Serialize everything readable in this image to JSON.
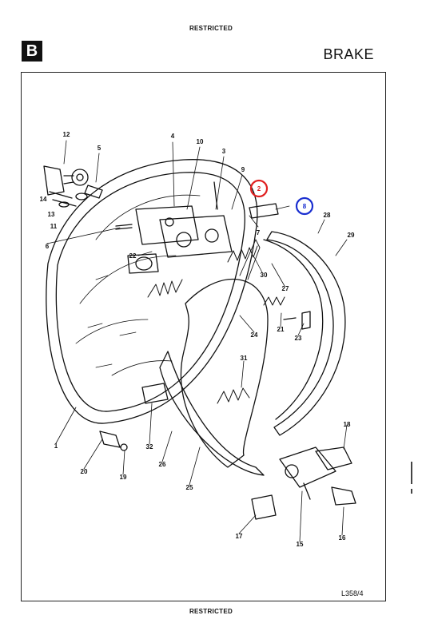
{
  "header": {
    "restricted_top": "RESTRICTED",
    "section_letter": "B",
    "section_title": "BRAKE"
  },
  "footer": {
    "restricted_bottom": "RESTRICTED",
    "figure_ref": "L358/4"
  },
  "callouts": {
    "c1": "1",
    "c2": "2",
    "c3": "3",
    "c4": "4",
    "c5": "5",
    "c6": "6",
    "c7": "7",
    "c8": "8",
    "c9": "9",
    "c10": "10",
    "c11": "11",
    "c12": "12",
    "c13": "13",
    "c14": "14",
    "c15": "15",
    "c16": "16",
    "c17": "17",
    "c18": "18",
    "c19": "19",
    "c20": "20",
    "c21": "21",
    "c22": "22",
    "c23": "23",
    "c24": "24",
    "c25": "25",
    "c26": "26",
    "c27": "27",
    "c28": "28",
    "c29": "29",
    "c30": "30",
    "c31": "31",
    "c32": "32"
  },
  "highlight_colors": {
    "item_2": "#e02020",
    "item_8": "#1a2fd0"
  }
}
